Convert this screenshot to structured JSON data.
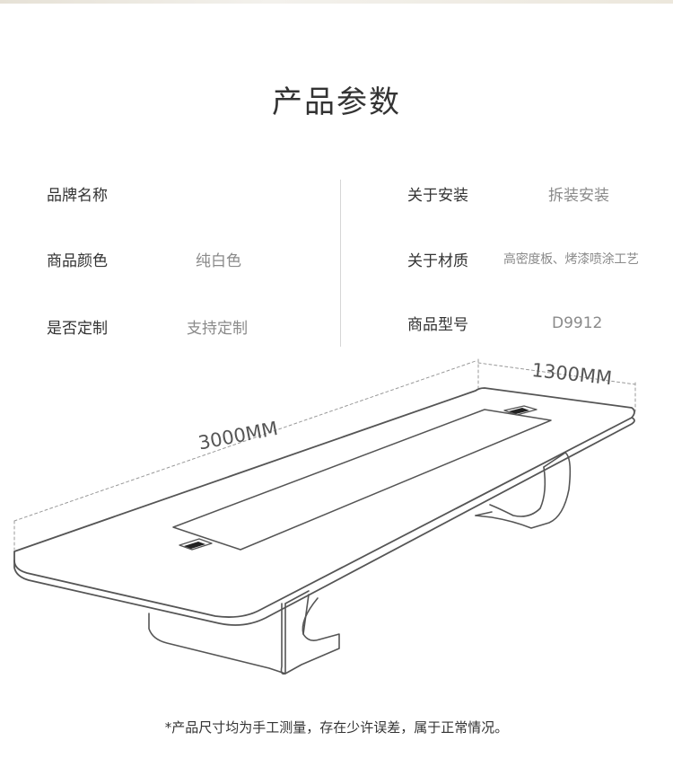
{
  "header": {
    "title": "产品参数"
  },
  "specs": {
    "left": [
      {
        "label": "品牌名称",
        "value": ""
      },
      {
        "label": "商品颜色",
        "value": "纯白色"
      },
      {
        "label": "是否定制",
        "value": "支持定制"
      }
    ],
    "right": [
      {
        "label": "关于安装",
        "value": "拆装安装"
      },
      {
        "label": "关于材质",
        "value": "高密度板、烤漆喷涂工艺"
      },
      {
        "label": "商品型号",
        "value": "D9912"
      }
    ]
  },
  "dimensions": {
    "length": "3000MM",
    "width": "1300MM"
  },
  "footer": {
    "note": "*产品尺寸均为手工测量，存在少许误差，属于正常情况。"
  }
}
